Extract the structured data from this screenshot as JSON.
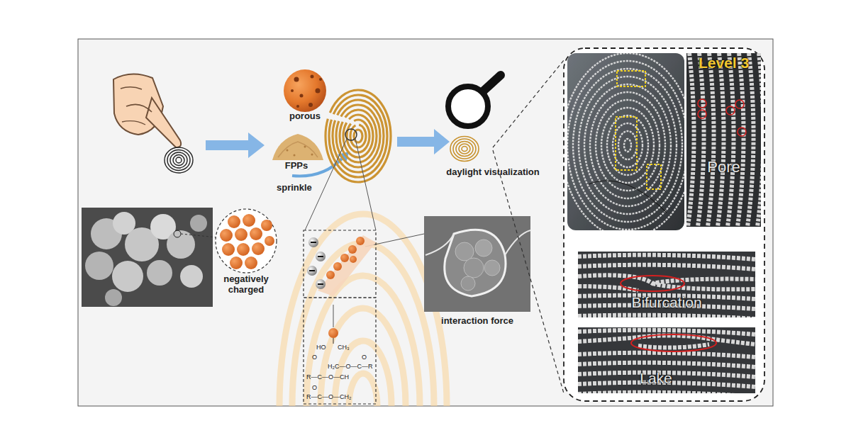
{
  "diagram": {
    "nodes": [
      {
        "text": [
          "porous"
        ]
      },
      {
        "text": [
          "FPPs"
        ]
      },
      {
        "text": [
          "daylight visualization"
        ]
      },
      {
        "text": [
          "negatively charged"
        ]
      },
      {
        "text": [
          "interaction force"
        ]
      },
      {
        "text": [
          "Level 3",
          "Pore"
        ]
      },
      {
        "text": [
          "Bifurcation"
        ]
      },
      {
        "text": [
          "Lake"
        ]
      }
    ],
    "labels": [
      "sprinkle",
      "HO",
      "CH₃",
      "O",
      "O",
      "H₂C—O—C—R",
      "R—C—O—CH",
      "O",
      "R—C—O—CH₂"
    ]
  }
}
